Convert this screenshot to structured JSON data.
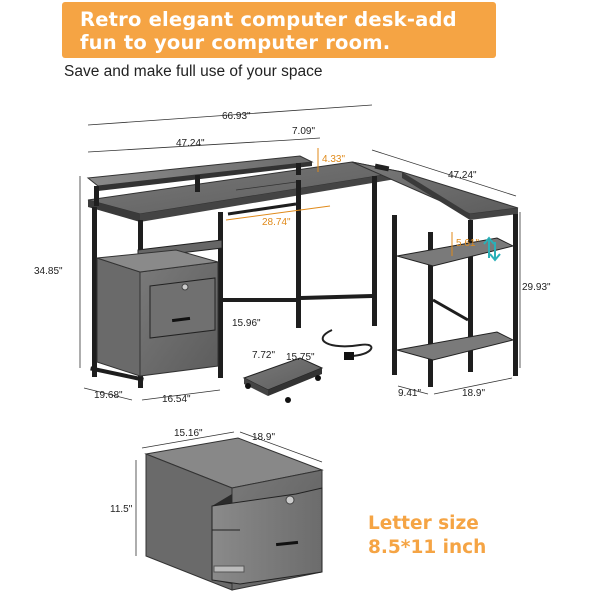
{
  "banner": {
    "line1": "Retro elegant computer desk-add",
    "line2": "fun to your computer room."
  },
  "subtitle": "Save and make full use of your space",
  "dimensions": {
    "total_width": "66.93\"",
    "desk_width": "47.24\"",
    "shelf_depth": "7.09\"",
    "riser_height": "4.33\"",
    "side_width": "47.24\"",
    "knee_width": "28.74\"",
    "total_height": "34.85\"",
    "shelf_gap": "5.61\"",
    "side_height": "29.93\"",
    "cabinet_clearance": "15.96\"",
    "cabinet_depth": "19.68\"",
    "cabinet_width": "16.54\"",
    "stand_width": "7.72\"",
    "stand_depth": "15.75\"",
    "side_depth": "9.41\"",
    "side_length": "18.9\"",
    "drawer_width": "15.16\"",
    "drawer_depth": "18.9\"",
    "drawer_height": "11.5\""
  },
  "callout": {
    "line1": "Letter size",
    "line2": "8.5*11 inch"
  },
  "colors": {
    "banner": "#f5a444",
    "wood": "#6f6f6f",
    "frame": "#1e1e1e",
    "accent": "#e08a1a"
  }
}
